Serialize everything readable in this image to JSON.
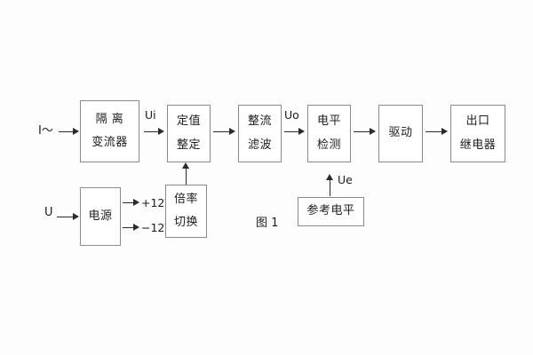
{
  "figure": {
    "caption": "图 1",
    "background_color": "#fdfdfd",
    "box_border_color": "#8a8a8a",
    "line_color": "#2a2a2a"
  },
  "inputs": {
    "current_input": "I～",
    "voltage_input": "U"
  },
  "signals": {
    "ui": "Ui",
    "uo": "Uo",
    "ue": "Ue",
    "rail_positive": "+12V",
    "rail_negative": "−12V"
  },
  "blocks": [
    {
      "id": "isolation-transformer",
      "line1": "隔 离",
      "line2": "变流器"
    },
    {
      "id": "setting-value",
      "line1": "定值",
      "line2": "整定"
    },
    {
      "id": "rectify-filter",
      "line1": "整流",
      "line2": "滤波"
    },
    {
      "id": "level-detection",
      "line1": "电平",
      "line2": "检测"
    },
    {
      "id": "drive",
      "line1": "驱动",
      "line2": ""
    },
    {
      "id": "output-relay",
      "line1": "出口",
      "line2": "继电器"
    },
    {
      "id": "power-supply",
      "line1": "电源",
      "line2": ""
    },
    {
      "id": "multiplier-switch",
      "line1": "倍率",
      "line2": "切换"
    },
    {
      "id": "reference-level",
      "line1": "参考电平",
      "line2": ""
    }
  ]
}
